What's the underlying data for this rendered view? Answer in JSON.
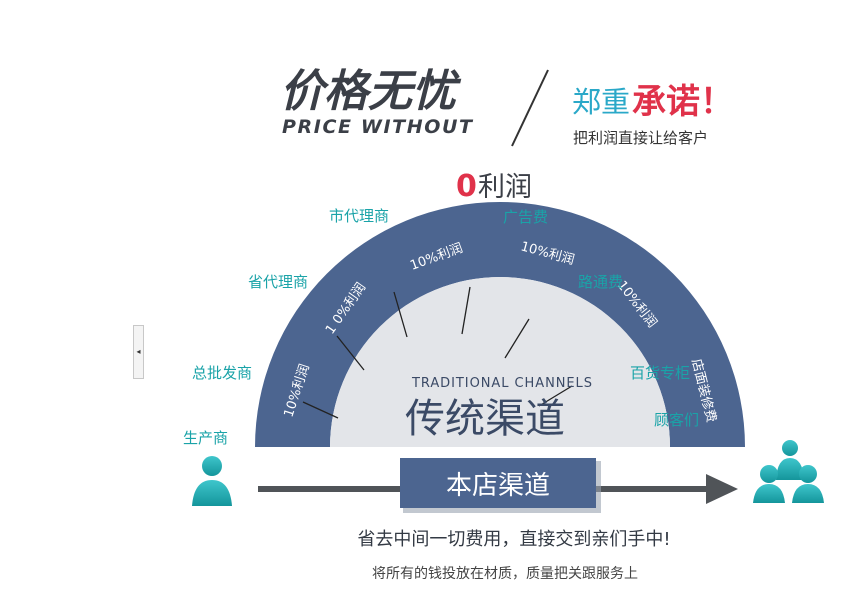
{
  "header": {
    "title_cn": "价格无忧",
    "title_en": "PRICE WITHOUT",
    "promise_a": "郑重",
    "promise_b": "承诺！",
    "promise_sub": "把利润直接让给客户"
  },
  "top_label": {
    "zero": "0",
    "text": "利润"
  },
  "outer_labels": [
    "生产商",
    "总批发商",
    "省代理商",
    "市代理商",
    "广告费",
    "路通费",
    "百货专柜",
    "顾客们"
  ],
  "arc_labels": [
    "10%利润",
    "1 0%利润",
    "10%利润",
    "10%利润",
    "10%利润",
    "店面装修费"
  ],
  "center": {
    "en": "TRADITIONAL CHANNELS",
    "cn": "传统渠道"
  },
  "store_channel": "本店渠道",
  "footer": {
    "line1": "省去中间一切费用，直接交到亲们手中!",
    "line2": "将所有的钱投放在材质，质量把关跟服务上"
  },
  "colors": {
    "arc": "#4c6590",
    "inner": "#e3e5e9",
    "teal": "#1aa3a8",
    "red": "#e0324a",
    "cyan": "#2aa8c8",
    "dark": "#333a44"
  },
  "icons": {
    "producer": "person-icon",
    "customers": "group-icon",
    "handle": "chevron-left-icon"
  }
}
